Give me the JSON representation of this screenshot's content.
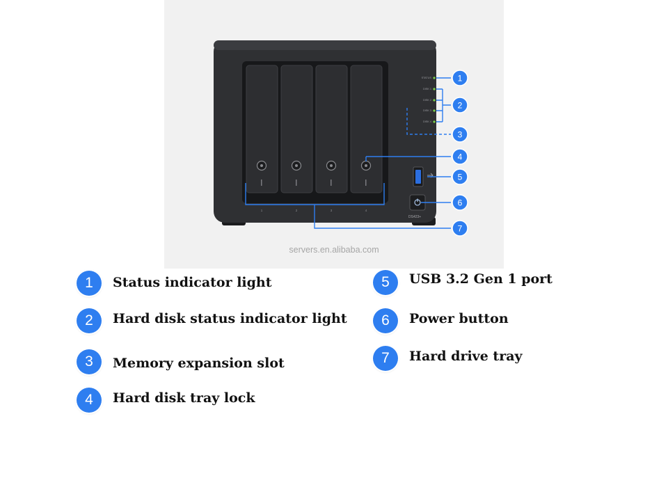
{
  "figure": {
    "watermark": "servers.en.alibaba.com",
    "device_model": "DS423+",
    "status_led_labels": [
      "STATUS",
      "DISK 1",
      "DISK 2",
      "DISK 3",
      "DISK 4"
    ],
    "bay_numbers": [
      "1",
      "2",
      "3",
      "4"
    ]
  },
  "callouts": [
    "1",
    "2",
    "3",
    "4",
    "5",
    "6",
    "7"
  ],
  "legend": [
    {
      "number": "1",
      "label": "Status indicator light"
    },
    {
      "number": "2",
      "label": "Hard disk status indicator light"
    },
    {
      "number": "3",
      "label": "Memory expansion slot"
    },
    {
      "number": "4",
      "label": "Hard disk tray lock"
    },
    {
      "number": "5",
      "label": "USB 3.2 Gen 1 port"
    },
    {
      "number": "6",
      "label": "Power button"
    },
    {
      "number": "7",
      "label": "Hard drive tray"
    }
  ],
  "colors": {
    "accent": "#2e7ef0",
    "device_body": "#2f3033",
    "led": "#7cd04a"
  }
}
